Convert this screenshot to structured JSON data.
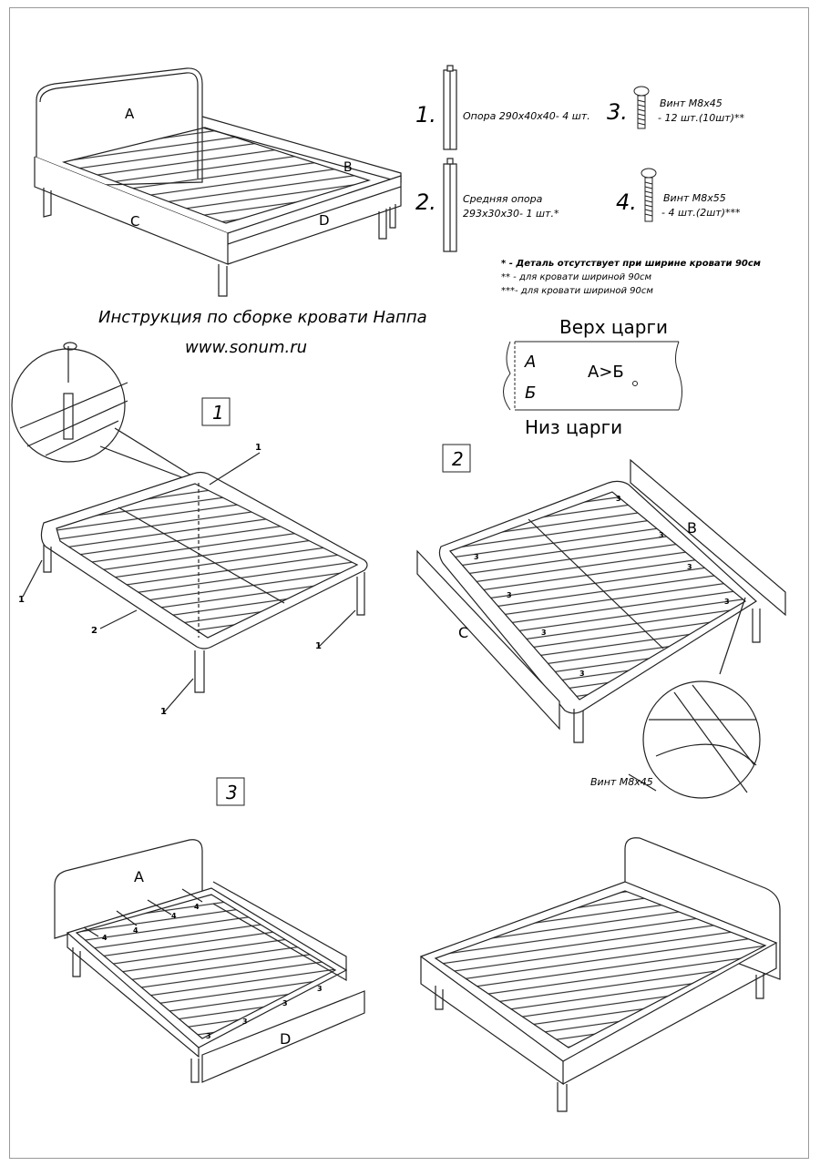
{
  "header": {
    "title": "Инструкция по сборке кровати Наппа",
    "website": "www.sonum.ru"
  },
  "panel_labels": {
    "headboard": "A",
    "right_rail": "B",
    "left_rail": "C",
    "footboard": "D"
  },
  "parts": [
    {
      "number": "1.",
      "desc": "Опора 290х40х40- 4 шт."
    },
    {
      "number": "2.",
      "desc_line1": "Средняя опора",
      "desc_line2": "293х30х30- 1 шт.*"
    },
    {
      "number": "3.",
      "desc_line1": "Винт М8х45",
      "desc_line2": "- 12 шт.(10шт)**"
    },
    {
      "number": "4.",
      "desc_line1": "Винт М8х55",
      "desc_line2": "- 4 шт.(2шт)***"
    }
  ],
  "notes": [
    "* - Деталь отсутствует при ширине кровати 90см",
    "** - для кровати шириной 90см",
    "***- для кровати шириной 90см"
  ],
  "rail_orientation": {
    "top": "Верх царги",
    "bottom": "Низ царги",
    "a": "А",
    "b": "Б",
    "rule": "А>Б"
  },
  "steps": {
    "step1": "1",
    "step2": "2",
    "step3": "3"
  },
  "callouts": {
    "leg": "1",
    "middle_leg": "2",
    "screw_m8x45": "3",
    "screw_m8x55": "4",
    "zoom_label": "Винт М8х45"
  }
}
